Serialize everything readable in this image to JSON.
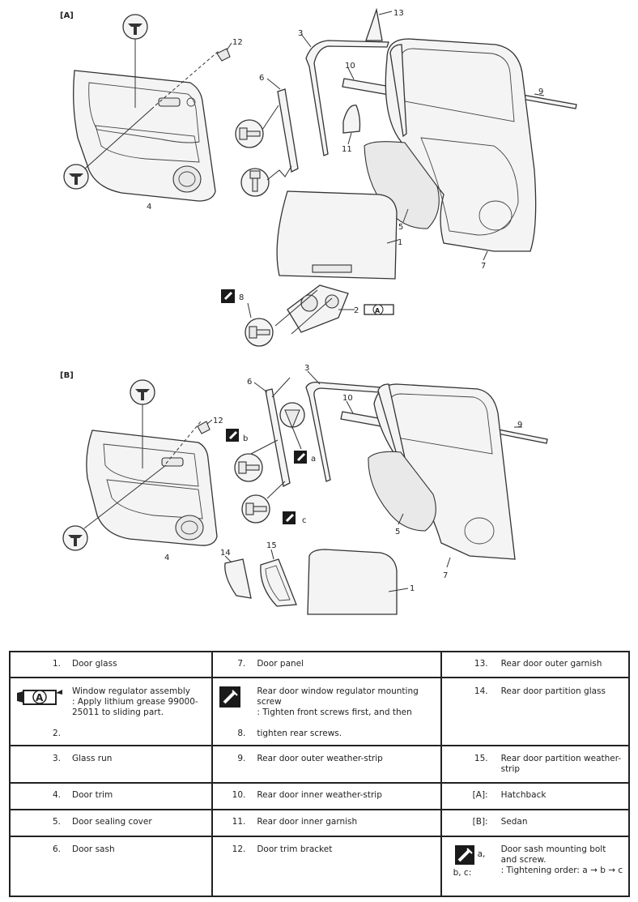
{
  "sections": {
    "a": "[A]",
    "b": "[B]"
  },
  "callouts_a": [
    "1",
    "2",
    "3",
    "4",
    "5",
    "6",
    "7",
    "8",
    "9",
    "10",
    "11",
    "12",
    "13"
  ],
  "callouts_b": [
    "1",
    "3",
    "4",
    "5",
    "6",
    "7",
    "9",
    "10",
    "12",
    "14",
    "15"
  ],
  "letters": {
    "a": "a",
    "b": "b",
    "c": "c"
  },
  "grease_letter": "A",
  "legend": {
    "r1": {
      "c1_num": "1.",
      "c1_txt": "Door glass",
      "c2_num": "7.",
      "c2_txt": "Door panel",
      "c3_num": "13.",
      "c3_txt": "Rear door outer garnish"
    },
    "r2": {
      "c1_txt": "Window regulator assembly\n: Apply lithium grease 99000-25011 to sliding part.",
      "c1_num": "2.",
      "c2_txt": "Rear door window regulator mounting screw\n: Tighten front screws first, and then",
      "c2_num": "8.",
      "c2_txt2": "tighten rear screws.",
      "c3_num": "14.",
      "c3_txt": "Rear door partition glass"
    },
    "r3": {
      "c1_num": "3.",
      "c1_txt": "Glass run",
      "c2_num": "9.",
      "c2_txt": "Rear door outer weather-strip",
      "c3_num": "15.",
      "c3_txt": "Rear door partition weather-strip"
    },
    "r4": {
      "c1_num": "4.",
      "c1_txt": "Door trim",
      "c2_num": "10.",
      "c2_txt": "Rear door inner weather-strip",
      "c3_num": "[A]:",
      "c3_txt": "Hatchback"
    },
    "r5": {
      "c1_num": "5.",
      "c1_txt": "Door sealing cover",
      "c2_num": "11.",
      "c2_txt": "Rear door inner garnish",
      "c3_num": "[B]:",
      "c3_txt": "Sedan"
    },
    "r6": {
      "c1_num": "6.",
      "c1_txt": "Door sash",
      "c2_num": "12.",
      "c2_txt": "Door trim bracket",
      "c3_num_a": "a,",
      "c3_num_b": "b, c:",
      "c3_txt": "Door sash mounting bolt and screw.\n: Tightening order: a → b → c"
    }
  }
}
